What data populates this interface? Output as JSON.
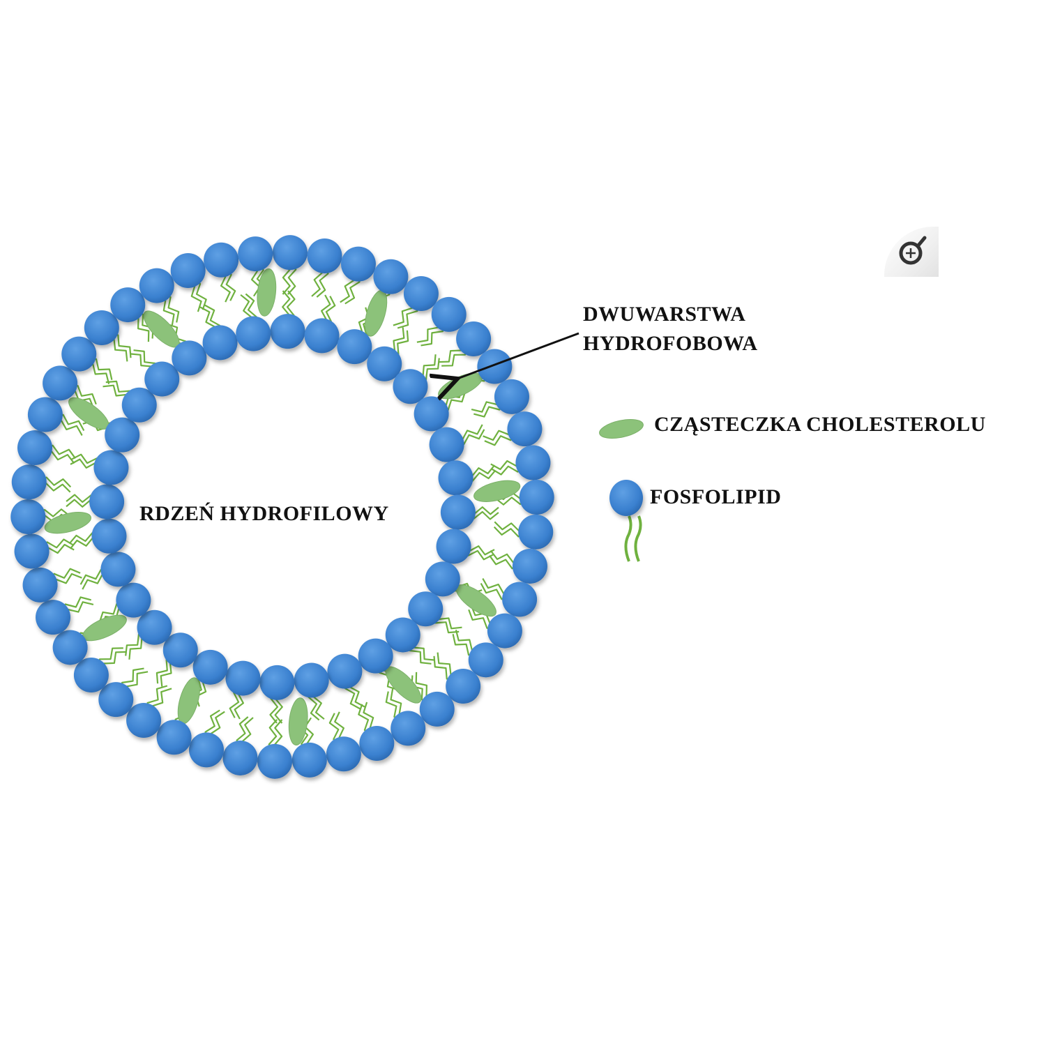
{
  "labels": {
    "core": "RDZEŃ HYDROFILOWY",
    "bilayer_line1": "DWUWARSTWA",
    "bilayer_line2": "HYDROFOBOWA",
    "cholesterol": "CZĄSTECZKA CHOLESTEROLU",
    "phospholipid": "FOSFOLIPID"
  },
  "icons": {
    "zoom": "zoom-in-magnifier-icon"
  },
  "colors": {
    "head": "#3f85d3",
    "head_dark": "#2a6db8",
    "tail": "#6fb13f",
    "cholesterol": "#8cc27a",
    "text": "#111111"
  },
  "structure": {
    "outer_heads": 46,
    "inner_heads": 32,
    "cholesterol_molecules": 12
  }
}
